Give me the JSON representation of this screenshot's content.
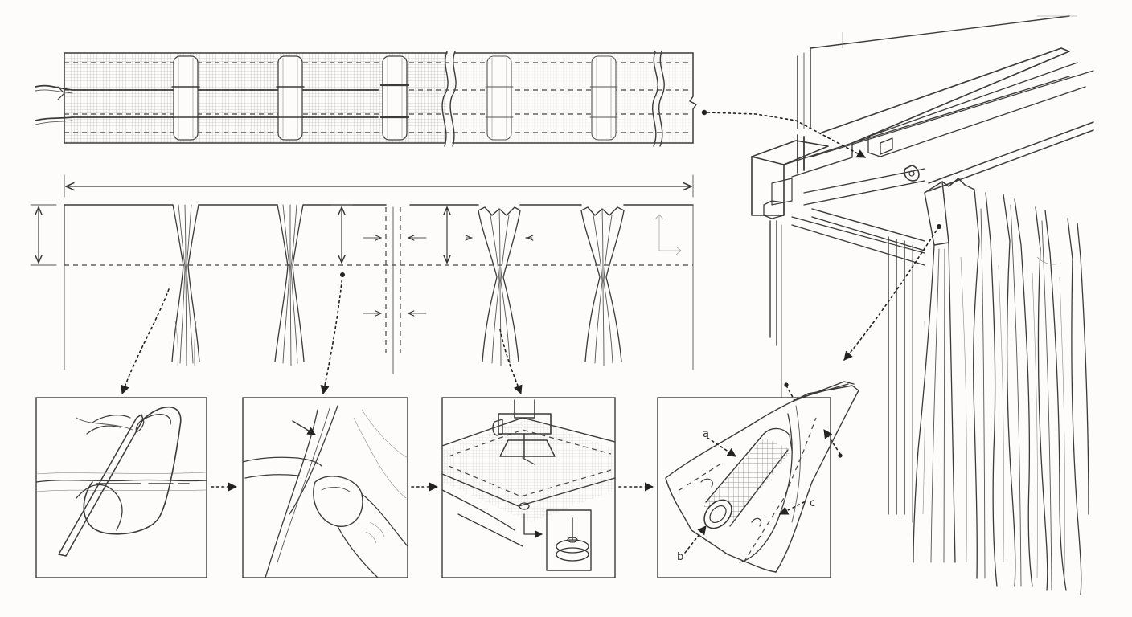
{
  "labels": {
    "detail4_a": "a",
    "detail4_b": "b",
    "detail4_c": "c"
  },
  "colors": {
    "ink": "#3a3a3a",
    "paper": "#fdfcfa"
  }
}
